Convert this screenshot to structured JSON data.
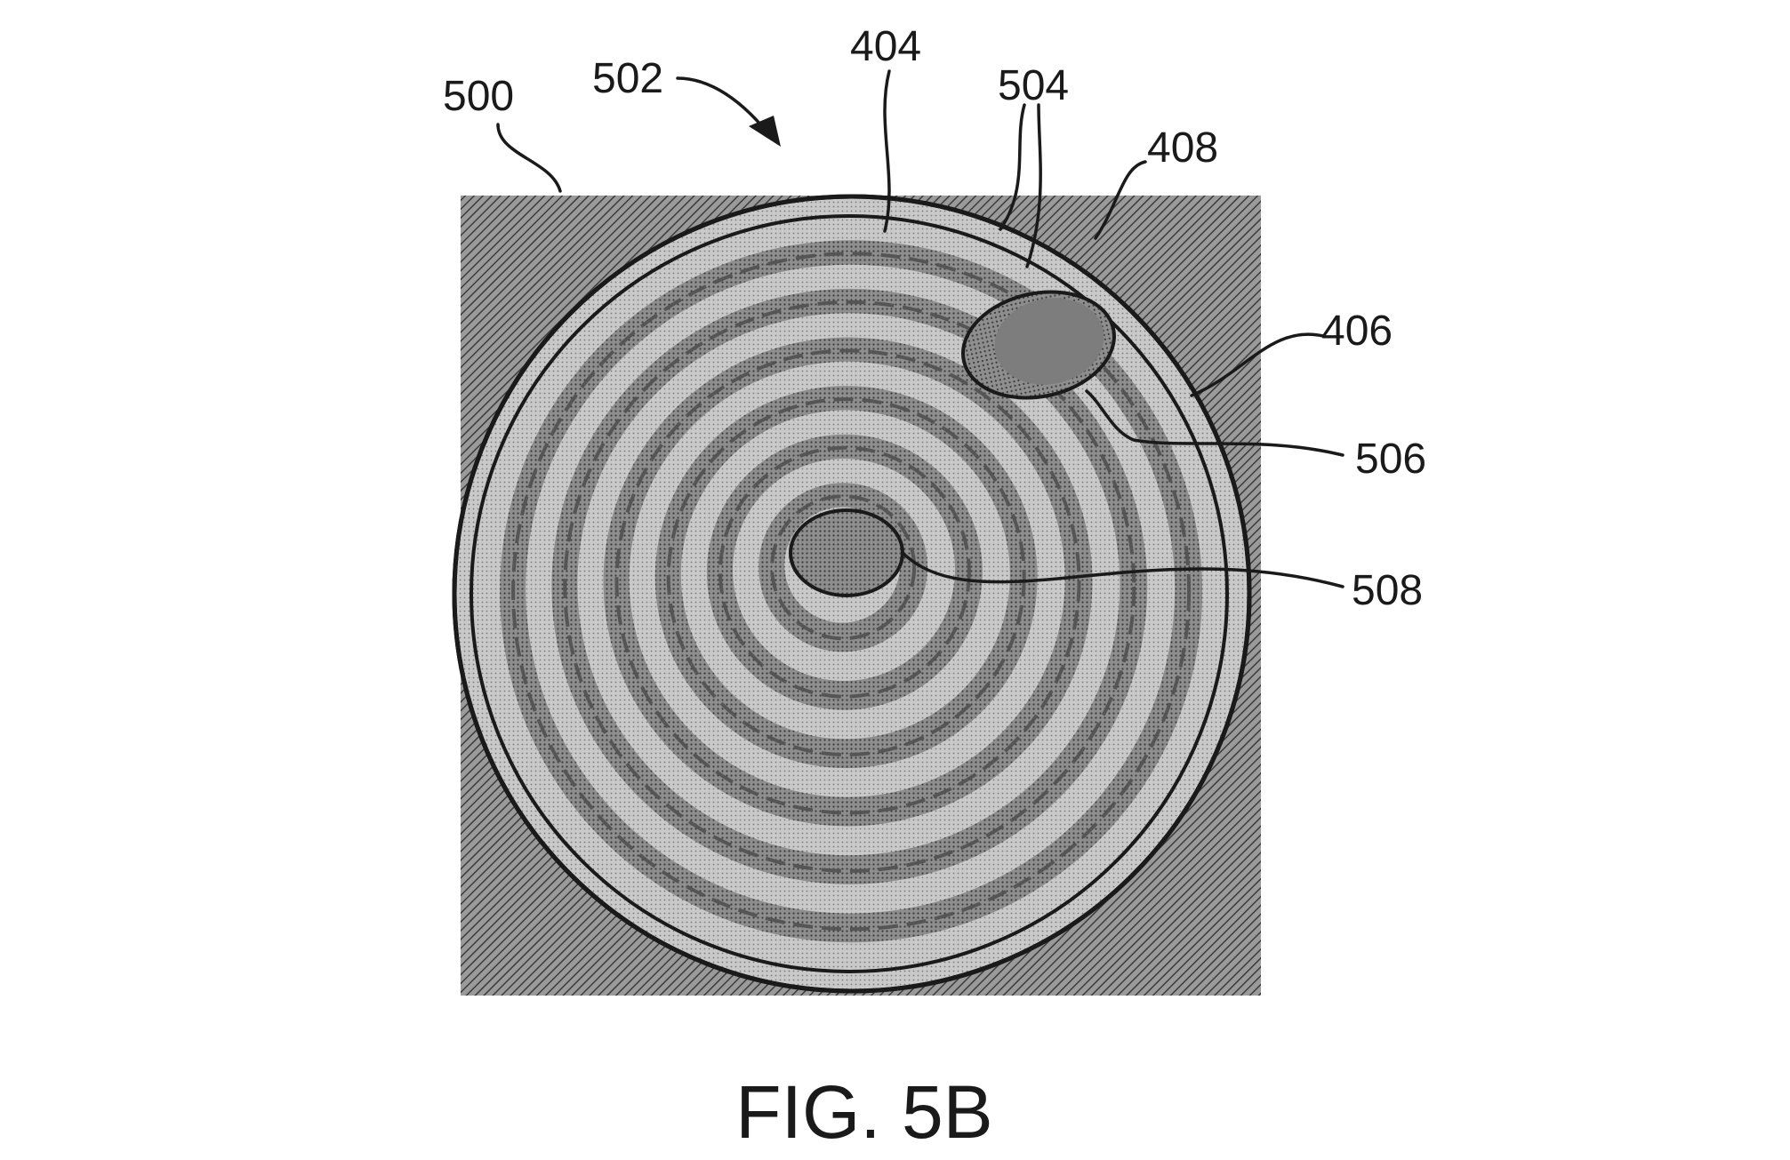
{
  "figure": {
    "caption": "FIG. 5B",
    "reference_numerals": {
      "r500": "500",
      "r502": "502",
      "r404": "404",
      "r504": "504",
      "r408": "408",
      "r406": "406",
      "r506": "506",
      "r508": "508"
    }
  },
  "colors": {
    "ink": "#1a1a1a",
    "background_hatch": "#6a6a6a",
    "ring_light": "#bdbdbd",
    "ring_dark": "#8a8a8a",
    "paper": "#ffffff"
  }
}
